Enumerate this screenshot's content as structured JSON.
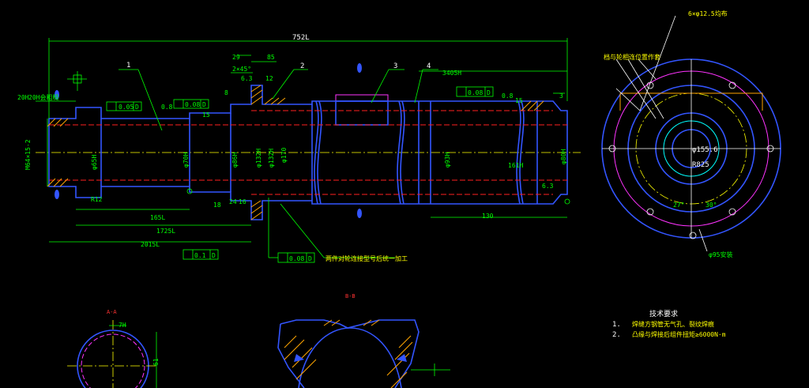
{
  "drawing": {
    "part_labels": [
      "1",
      "2",
      "3",
      "4"
    ],
    "dims": {
      "total_length": "752L",
      "d_29": "29",
      "d_85": "85",
      "chamfer": "2×45°",
      "d_63": "6.3",
      "d_12": "12",
      "d_8": "8",
      "d_15a": "15",
      "d_15b": "15",
      "d_18": "18",
      "d_24": "24",
      "d_16": "16",
      "d_3": "3",
      "l_165": "165L",
      "l_1725": "1725L",
      "l_2015": "2015L",
      "l_3405": "3405H",
      "l_130": "130",
      "l_161": "161H",
      "left_len": "20H",
      "left_thread": "M64×15-2",
      "d_r12": "R12",
      "d_65": "φ65H",
      "d_70": "φ70H",
      "d_86": "φ86H",
      "d_132": "φ132H",
      "d_1324": "φ132H",
      "d_170": "φ170",
      "d_93": "φ93H",
      "d_80": "φ80H",
      "tol_005": "0.05",
      "tol_008a": "0.08",
      "tol_008b": "0.08",
      "tol_008c": "0.08",
      "tol_01": "0.1",
      "datum": "D",
      "rough_08a": "0.8",
      "rough_08b": "0.8",
      "rough_63": "6.3",
      "left_note": "20H会粗糙",
      "bottom_note": "两件对轮连接型号后统一加工"
    },
    "side_view": {
      "holes_note": "6×φ12.5均布",
      "pos_note": "档与轮相连位置作套",
      "d_1556": "φ155.6",
      "r825": "R825",
      "ang_27": "27°",
      "ang_30": "30°",
      "d_95": "φ95",
      "ang_note": "φ95安装"
    },
    "section_aa": {
      "title": "A-A",
      "dim_width": "7H",
      "dim_height": "61"
    },
    "section_bb": {
      "title": "B-B"
    },
    "tech_req": {
      "title": "技术要求",
      "items": [
        {
          "num": "1.",
          "text": "焊缝方钢管无气孔、裂纹焊痕"
        },
        {
          "num": "2.",
          "text": "凸缘与焊接后组件扭矩≥6000N·m"
        }
      ]
    }
  }
}
